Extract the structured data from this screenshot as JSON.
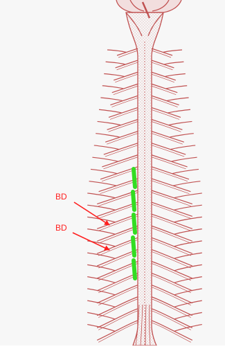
{
  "figure": {
    "background_color": "#f7f7f7",
    "spinal_outline_color": "#c05050",
    "highlight_color": "#33dd22",
    "annotation_color": "#ff1f1f",
    "highlight_segment_count": 5,
    "nerve_root_pairs": 24
  },
  "annotations": [
    {
      "label": "BD"
    },
    {
      "label": "BD"
    }
  ]
}
